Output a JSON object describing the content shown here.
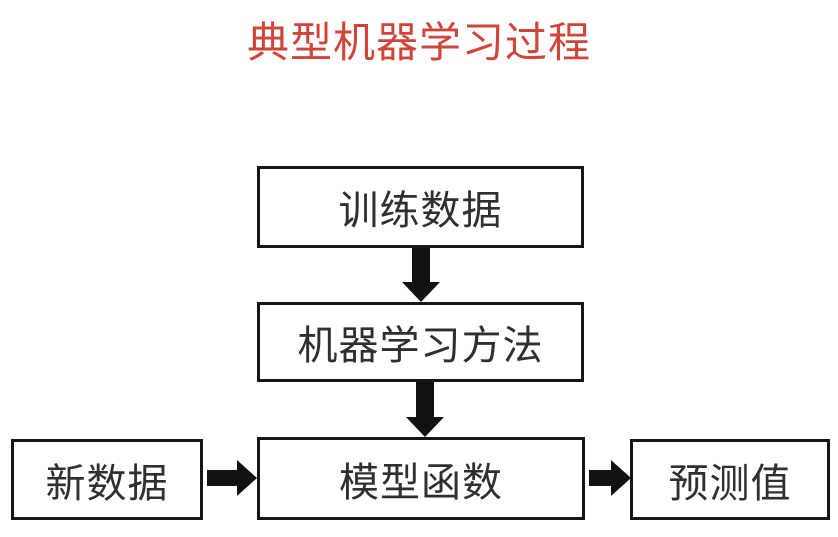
{
  "title": {
    "text": "典型机器学习过程",
    "color": "#d0453a"
  },
  "nodes": {
    "training_data": {
      "label": "训练数据"
    },
    "ml_method": {
      "label": "机器学习方法"
    },
    "model_function": {
      "label": "模型函数"
    },
    "new_data": {
      "label": "新数据"
    },
    "prediction": {
      "label": "预测值"
    }
  },
  "edges": [
    {
      "from": "训练数据",
      "to": "机器学习方法",
      "direction": "down"
    },
    {
      "from": "机器学习方法",
      "to": "模型函数",
      "direction": "down"
    },
    {
      "from": "新数据",
      "to": "模型函数",
      "direction": "right"
    },
    {
      "from": "模型函数",
      "to": "预测值",
      "direction": "right"
    }
  ],
  "colors": {
    "title_red": "#d0453a",
    "box_border": "#161616",
    "box_text": "#2f2f2f",
    "arrow": "#111111",
    "background": "#ffffff"
  }
}
